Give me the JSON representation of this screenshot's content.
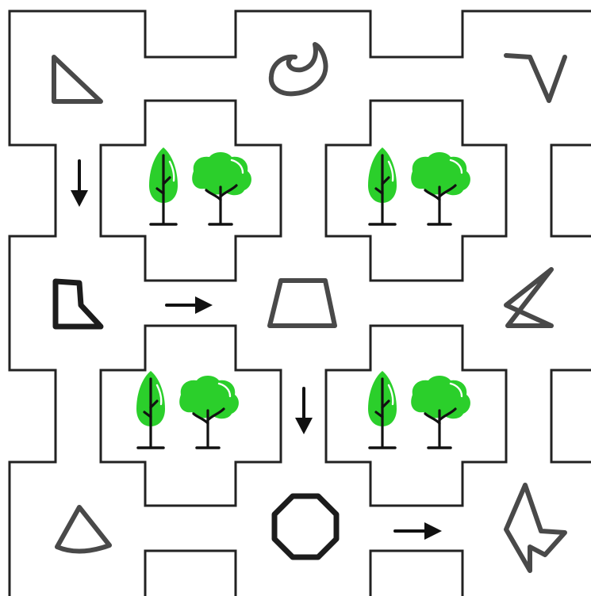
{
  "game": {
    "type": "maze-puzzle",
    "cell_symbols": [
      {
        "id": "r0c0",
        "kind": "shape",
        "shape": "right-triangle"
      },
      {
        "id": "r0c1",
        "kind": "shape",
        "shape": "spiral"
      },
      {
        "id": "r0c2",
        "kind": "shape",
        "shape": "open-polyline-v"
      },
      {
        "id": "r1c0",
        "kind": "arrow",
        "direction": "down"
      },
      {
        "id": "r1c1",
        "kind": "obstacle",
        "shape": "trees"
      },
      {
        "id": "r1c2",
        "kind": "obstacle",
        "shape": "trees"
      },
      {
        "id": "r2c0",
        "kind": "shape",
        "shape": "quadrilateral"
      },
      {
        "id": "r2c1",
        "kind": "arrow",
        "direction": "right"
      },
      {
        "id": "r2c2",
        "kind": "shape",
        "shape": "trapezoid"
      },
      {
        "id": "r2c3",
        "kind": "shape",
        "shape": "zigzag"
      },
      {
        "id": "r3c1",
        "kind": "obstacle",
        "shape": "trees"
      },
      {
        "id": "r3c2",
        "kind": "arrow",
        "direction": "down"
      },
      {
        "id": "r3c3",
        "kind": "obstacle",
        "shape": "trees"
      },
      {
        "id": "r4c0",
        "kind": "shape",
        "shape": "circular-sector"
      },
      {
        "id": "r4c1",
        "kind": "shape",
        "shape": "octagon"
      },
      {
        "id": "r4c2",
        "kind": "arrow",
        "direction": "right"
      },
      {
        "id": "r4c3",
        "kind": "shape",
        "shape": "irregular-polygon"
      }
    ],
    "colors": {
      "wall": "#222222",
      "shape": "#3a3a3a",
      "arrow": "#111111",
      "tree": "#2bcf2b",
      "background": "#ffffff"
    }
  }
}
